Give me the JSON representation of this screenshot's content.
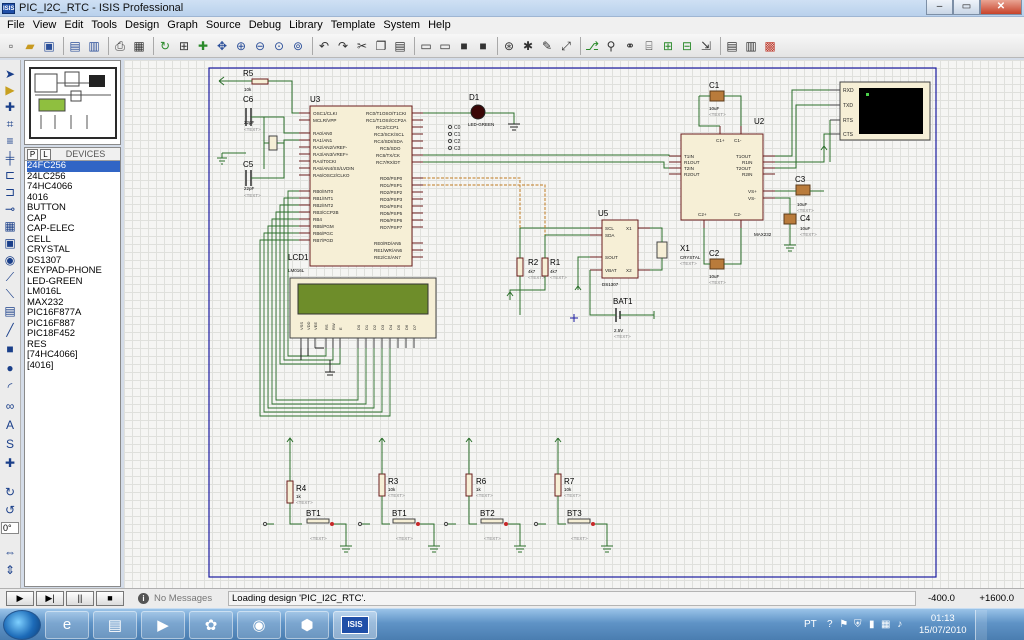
{
  "window": {
    "app_badge": "ISIS",
    "title": "PIC_I2C_RTC - ISIS Professional",
    "buttons": {
      "minimize": "–",
      "maximize": "▭",
      "close": "✕"
    }
  },
  "menu": [
    "File",
    "View",
    "Edit",
    "Tools",
    "Design",
    "Graph",
    "Source",
    "Debug",
    "Library",
    "Template",
    "System",
    "Help"
  ],
  "toolbar_icons": [
    "new",
    "open",
    "save",
    "import",
    "export",
    "print",
    "print-area",
    "refresh",
    "grid",
    "origin",
    "pan",
    "zoom-in",
    "zoom-out",
    "zoom-all",
    "zoom-area",
    "undo",
    "redo",
    "cut",
    "copy",
    "paste",
    "block-copy",
    "block-move",
    "block-rotate",
    "block-delete",
    "pick",
    "make-device",
    "packaging",
    "decompose",
    "wire-autorouter",
    "search",
    "property-assignment",
    "design-explorer",
    "new-sheet",
    "remove-sheet",
    "goto-sheet",
    "bill-of-materials",
    "erc",
    "netlist-to-ares"
  ],
  "device_selector": {
    "p_label": "P",
    "l_label": "L",
    "header": "DEVICES",
    "items": [
      "24FC256",
      "24LC256",
      "74HC4066",
      "4016",
      "BUTTON",
      "CAP",
      "CAP-ELEC",
      "CELL",
      "CRYSTAL",
      "DS1307",
      "KEYPAD-PHONE",
      "LED-GREEN",
      "LM016L",
      "MAX232",
      "PIC16F877A",
      "PIC16F887",
      "PIC18F452",
      "RES",
      "[74HC4066]",
      "[4016]"
    ],
    "selected": "24FC256"
  },
  "rotation_value": "0°",
  "schematic": {
    "U3": {
      "ref": "U3",
      "left_pins": [
        "OSC1/CLKI",
        "MCLR/VPP",
        "RA0/AN0",
        "RA1/AN1",
        "RA2/AN2/VREF-",
        "RA3/AN3/VREF+",
        "RA4/T0CKI",
        "RA5/AN4/SS/LVDIN",
        "RA6/OSC2/CLKO",
        "RB0/INT0",
        "RB1/INT1",
        "RB2/INT2",
        "RB3/CCP2B",
        "RB4",
        "RB5/PGM",
        "RB6/PGC",
        "RB7/PGD"
      ],
      "right_pins": [
        "RC0/T1OSO/T1CKI",
        "RC1/T1OSI/CCP2A",
        "RC2/CCP1",
        "RC3/SCK/SCL",
        "RC4/SDI/SDA",
        "RC5/SDO",
        "RC6/TX/CK",
        "RC7/RX/DT",
        "RD0/PSP0",
        "RD1/PSP1",
        "RD2/PSP2",
        "RD3/PSP3",
        "RD4/PSP4",
        "RD5/PSP5",
        "RD6/PSP6",
        "RD7/PSP7",
        "RE0/RD/AN5",
        "RE1/WR/AN6",
        "RE2/CS/AN7"
      ]
    },
    "U2": {
      "ref": "U2",
      "pins_left": [
        "C1+",
        "C1-",
        "T1IN",
        "R1OUT",
        "T2IN",
        "R2OUT",
        "C2+",
        "C2-"
      ],
      "pins_right": [
        "T1OUT",
        "R1IN",
        "T2OUT",
        "R2IN",
        "VS+",
        "VS-"
      ],
      "part": "MAX232"
    },
    "U5": {
      "ref": "U5",
      "pins_left": [
        "SCL",
        "SDA",
        "SOUT",
        "VBAT"
      ],
      "pins_right": [
        "X1",
        "X2"
      ],
      "part": "DS1307"
    },
    "LCD1": {
      "ref": "LCD1",
      "part": "LM016L",
      "pins": [
        "VSS",
        "VDD",
        "VEE",
        "RS",
        "RW",
        "E",
        "D0",
        "D1",
        "D2",
        "D3",
        "D4",
        "D5",
        "D6",
        "D7"
      ]
    },
    "D1": {
      "ref": "D1",
      "part": "LED-GREEN"
    },
    "X1": {
      "ref": "X1",
      "part": "CRYSTAL"
    },
    "BAT1": {
      "ref": "BAT1",
      "value": "2.5V"
    },
    "terminal": {
      "pins": [
        "RXD",
        "TXD",
        "RTS",
        "CTS"
      ]
    },
    "caps": [
      {
        "ref": "C1",
        "value": "10uF"
      },
      {
        "ref": "C2",
        "value": "10uF"
      },
      {
        "ref": "C3",
        "value": "10uF"
      },
      {
        "ref": "C4",
        "value": "10uF"
      },
      {
        "ref": "C5",
        "value": "22pF"
      },
      {
        "ref": "C6",
        "value": "22pF"
      }
    ],
    "resistors": [
      {
        "ref": "R1",
        "value": "4k7"
      },
      {
        "ref": "R2",
        "value": "4k7"
      },
      {
        "ref": "R3",
        "value": "10k"
      },
      {
        "ref": "R4",
        "value": "1k"
      },
      {
        "ref": "R5",
        "value": "10k"
      },
      {
        "ref": "R6",
        "value": "1k"
      },
      {
        "ref": "R7",
        "value": "10k"
      }
    ],
    "buttons": [
      "BT1",
      "BT1",
      "BT2",
      "BT3"
    ],
    "c_labels": [
      "C0",
      "C1",
      "C2",
      "C3"
    ],
    "text_placeholder": "<TEXT>"
  },
  "sim_controls": [
    "play",
    "step",
    "pause",
    "stop"
  ],
  "status": {
    "messages": "No Messages",
    "text": "Loading design 'PIC_I2C_RTC'.",
    "x": "-400.0",
    "y": "+1600.0"
  },
  "taskbar": {
    "apps": [
      "internet-explorer",
      "explorer",
      "media-player",
      "network",
      "firefox",
      "install",
      "isis"
    ],
    "isis_label": "ISIS",
    "language": "PT",
    "time": "01:13",
    "date": "15/07/2010"
  }
}
